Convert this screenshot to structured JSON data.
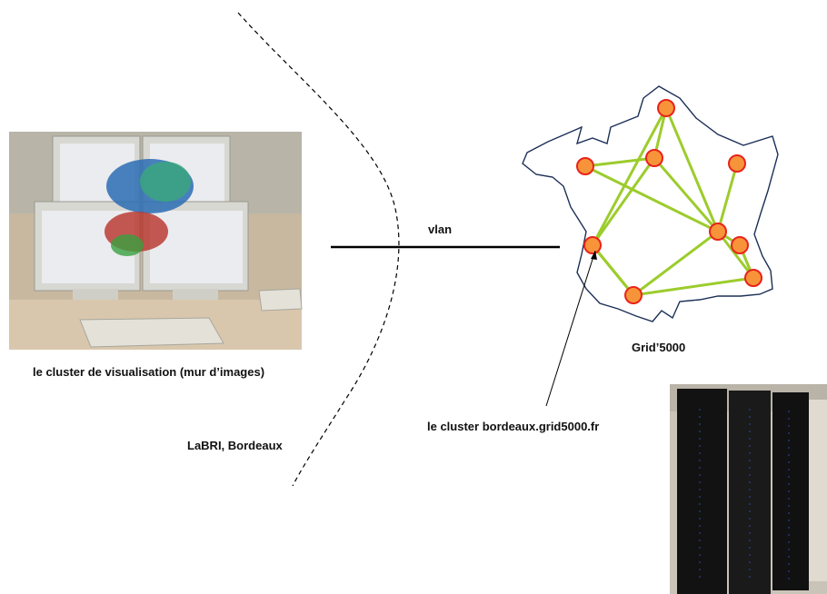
{
  "labels": {
    "vlan": "vlan",
    "grid": "Grid’5000",
    "visualisation": "le cluster de visualisation  (mur d’images)",
    "labri": "LaBRI, Bordeaux",
    "cluster": "le cluster bordeaux.grid5000.fr"
  },
  "colors": {
    "node_fill": "#f7943a",
    "node_stroke": "#e8231b",
    "edge": "#9ccc2c",
    "outline": "#1c2f57",
    "line": "#000000"
  },
  "network": {
    "nodes": [
      "n1",
      "n2",
      "n3",
      "n4",
      "n5",
      "n6",
      "n7",
      "n8",
      "n9"
    ],
    "edges": [
      [
        "n1",
        "n3"
      ],
      [
        "n1",
        "n6"
      ],
      [
        "n2",
        "n3"
      ],
      [
        "n2",
        "n5"
      ],
      [
        "n2",
        "n6"
      ],
      [
        "n3",
        "n5"
      ],
      [
        "n3",
        "n6"
      ],
      [
        "n4",
        "n6"
      ],
      [
        "n5",
        "n9"
      ],
      [
        "n6",
        "n7"
      ],
      [
        "n6",
        "n8"
      ],
      [
        "n6",
        "n9"
      ],
      [
        "n7",
        "n8"
      ],
      [
        "n8",
        "n9"
      ],
      [
        "n9",
        "n5"
      ]
    ]
  },
  "icons": {
    "visualisation_photo": "display-wall-photo",
    "cluster_photo": "server-rack-photo"
  }
}
